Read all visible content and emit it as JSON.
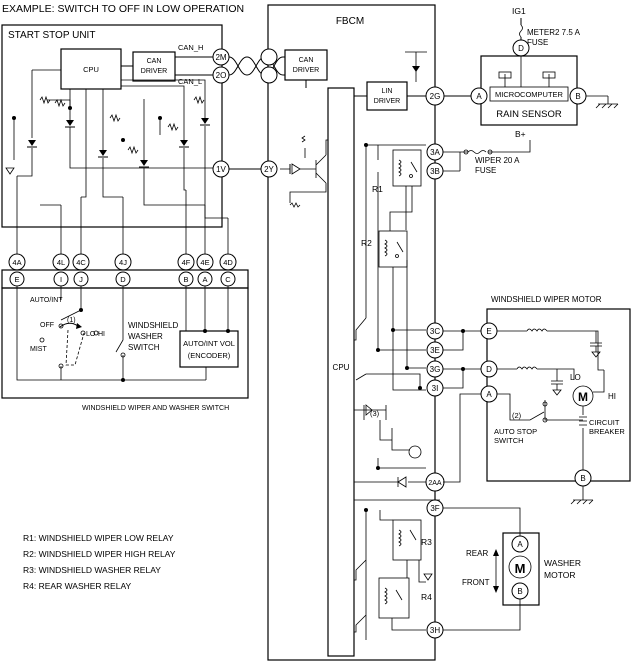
{
  "example_title": "EXAMPLE:  SWITCH TO OFF IN LOW OPERATION",
  "start_stop_unit": {
    "title": "START STOP UNIT",
    "cpu": "CPU",
    "can_driver": [
      "CAN",
      "DRIVER"
    ],
    "can_h": "CAN_H",
    "can_l": "CAN_L",
    "pins": [
      "2M",
      "2O",
      "1V"
    ]
  },
  "fbcm": {
    "title": "FBCM",
    "cpu": "CPU",
    "can_driver": [
      "CAN",
      "DRIVER"
    ],
    "lin_driver": [
      "LIN",
      "DRIVER"
    ],
    "pins": [
      "2G",
      "2Y",
      "3A",
      "3B",
      "3C",
      "3E",
      "3G",
      "3I",
      "2AA",
      "3F",
      "3H"
    ],
    "relay_labels": [
      "R1",
      "R2",
      "R3",
      "R4"
    ],
    "marker3": "(3)"
  },
  "ig1": {
    "label": "IG1",
    "pin": "D",
    "fuse": [
      "METER2 7.5 A",
      "FUSE"
    ]
  },
  "rain_sensor": {
    "title": "RAIN SENSOR",
    "micro": "MICROCOMPUTER",
    "pins": [
      "A",
      "B"
    ]
  },
  "wiper_fuse": {
    "bplus": "B+",
    "label": [
      "WIPER 20 A",
      "FUSE"
    ]
  },
  "connector_top": [
    "4A",
    "4L",
    "4C",
    "4J",
    "4F",
    "4E",
    "4D"
  ],
  "connector_bottom": [
    "E",
    "I",
    "J",
    "D",
    "B",
    "A",
    "C"
  ],
  "switch": {
    "title": "WINDSHIELD WIPER AND WASHER SWITCH",
    "auto_int": "AUTO/INT",
    "off": "OFF",
    "lo": "LO",
    "hi": "HI",
    "mist": "MIST",
    "marker1": "(1)",
    "washer": [
      "WINDSHIELD",
      "WASHER",
      "SWITCH"
    ],
    "vol": [
      "AUTO/INT VOL",
      "(ENCODER)"
    ]
  },
  "wiper_motor": {
    "title": "WINDSHIELD WIPER MOTOR",
    "pins": [
      "E",
      "D",
      "A",
      "B"
    ],
    "lo": "LO",
    "hi": "HI",
    "m": "M",
    "marker2": "(2)",
    "auto_stop": [
      "AUTO STOP",
      "SWITCH"
    ],
    "breaker": [
      "CIRCUIT",
      "BREAKER"
    ]
  },
  "washer_motor": {
    "title": [
      "WASHER",
      "MOTOR"
    ],
    "rear": "REAR",
    "front": "FRONT",
    "m": "M",
    "pins": [
      "A",
      "B"
    ]
  },
  "legend": [
    "R1: WINDSHIELD WIPER LOW RELAY",
    "R2: WINDSHIELD WIPER HIGH RELAY",
    "R3: WINDSHIELD WASHER RELAY",
    "R4: REAR WASHER RELAY"
  ]
}
